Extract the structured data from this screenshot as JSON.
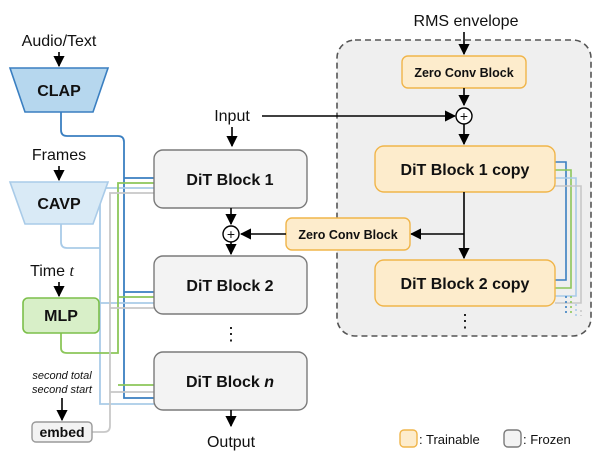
{
  "top_label": "RMS envelope",
  "inputs": {
    "audio_text": "Audio/Text",
    "frames": "Frames",
    "time": "Time",
    "time_symbol": "t",
    "second_total": "second total",
    "second_start": "second start",
    "input": "Input",
    "output": "Output"
  },
  "blocks": {
    "clap": "CLAP",
    "cavp": "CAVP",
    "mlp": "MLP",
    "embed": "embed",
    "dit1": "DiT Block 1",
    "dit2": "DiT Block 2",
    "ditn_prefix": "DiT Block ",
    "ditn_suffix": "n",
    "dit1_copy": "DiT Block 1 copy",
    "dit2_copy": "DiT Block 2 copy",
    "zero_conv_top": "Zero Conv Block",
    "zero_conv_mid": "Zero Conv Block"
  },
  "ellipsis": "⋮",
  "plus": "+",
  "legend": {
    "trainable": ": Trainable",
    "frozen": ": Frozen"
  },
  "colors": {
    "trainable_fill": "#fdeccc",
    "trainable_stroke": "#f0b54a",
    "frozen_fill": "#f3f3f3",
    "frozen_stroke": "#7a7a7a",
    "clap_fill": "#b6d7ee",
    "clap_stroke": "#3a7fc1",
    "cavp_fill": "#d9eaf6",
    "mlp_fill": "#d8efc8",
    "mlp_stroke": "#7cbf4a",
    "line_blue": "#3a7fc1",
    "line_lightblue": "#a9cbe8",
    "line_green": "#8cc65a",
    "line_gray": "#bdbdbd"
  }
}
